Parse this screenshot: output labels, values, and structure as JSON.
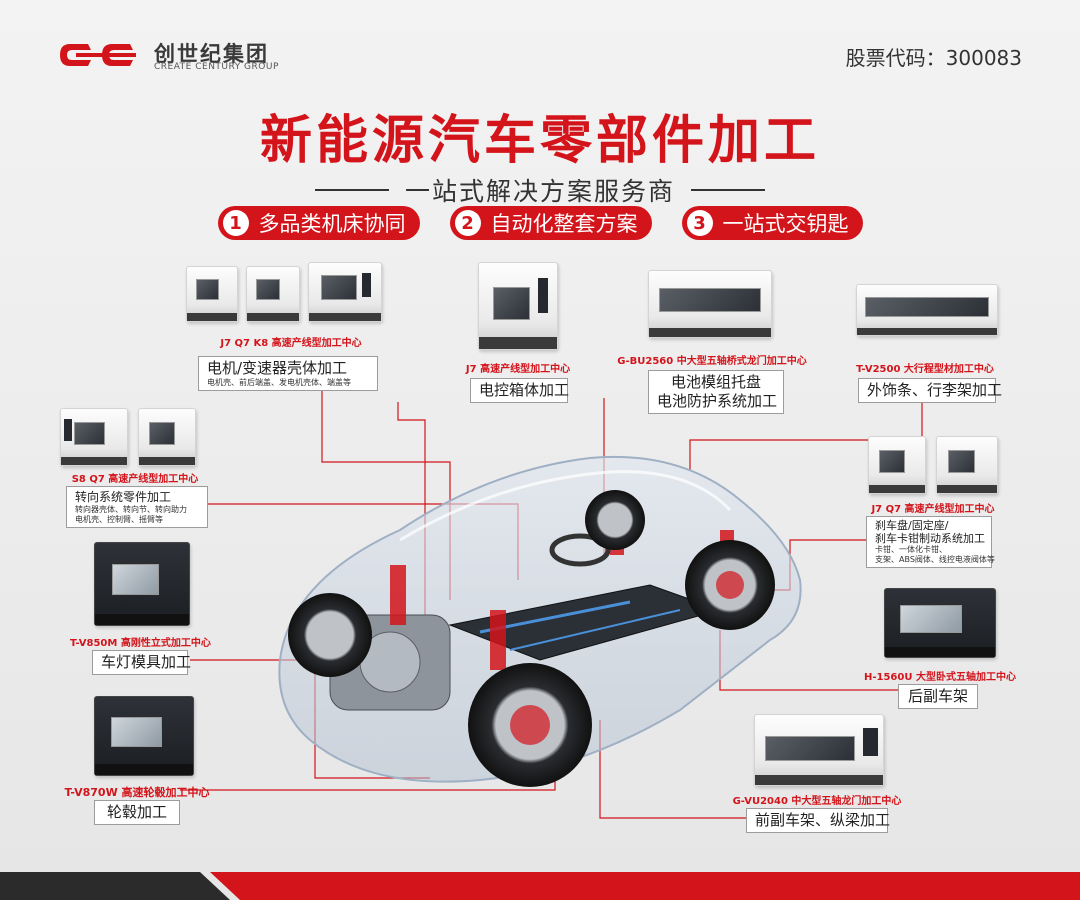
{
  "header": {
    "brand_cn": "创世纪集团",
    "brand_en": "CREATE CENTURY GROUP",
    "stock_code": "股票代码：300083"
  },
  "title": "新能源汽车零部件加工",
  "subtitle": "一站式解决方案服务商",
  "features": [
    {
      "num": "1",
      "label": "多品类机床协同"
    },
    {
      "num": "2",
      "label": "自动化整套方案"
    },
    {
      "num": "3",
      "label": "一站式交钥匙"
    }
  ],
  "machines": {
    "j7q7k8": {
      "caption": "J7 Q7 K8 高速产线型加工中心",
      "box": "电机/变速器壳体加工",
      "detail": "电机壳、前后端盖、发电机壳体、端盖等"
    },
    "j7": {
      "caption": "J7 高速产线型加工中心",
      "box": "电控箱体加工"
    },
    "gbu2560": {
      "caption": "G-BU2560 中大型五轴桥式龙门加工中心",
      "box_line1": "电池模组托盘",
      "box_line2": "电池防护系统加工"
    },
    "tv2500": {
      "caption": "T-V2500 大行程型材加工中心",
      "box": "外饰条、行李架加工"
    },
    "s8q7": {
      "caption": "S8 Q7 高速产线型加工中心",
      "box": "转向系统零件加工",
      "detail1": "转向器壳体、转向节、转向助力",
      "detail2": "电机壳、控制臂、摇臂等"
    },
    "j7q7": {
      "caption": "J7 Q7 高速产线型加工中心",
      "box_line1": "刹车盘/固定座/",
      "box_line2": "刹车卡钳制动系统加工",
      "detail1": "卡钳、一体化卡钳、",
      "detail2": "支架、ABS阀体、线控电液阀体等"
    },
    "tv850m": {
      "caption": "T-V850M 高刚性立式加工中心",
      "box": "车灯模具加工"
    },
    "h1560u": {
      "caption": "H-1560U 大型卧式五轴加工中心",
      "box": "后副车架"
    },
    "tv870w": {
      "caption": "T-V870W 高速轮毂加工中心",
      "box": "轮毂加工"
    },
    "gvu2040": {
      "caption": "G-VU2040 中大型五轴龙门加工中心",
      "box": "前副车架、纵梁加工"
    }
  },
  "colors": {
    "brand_red": "#d3141b",
    "dark_text": "#333333",
    "background": "#ececec"
  }
}
